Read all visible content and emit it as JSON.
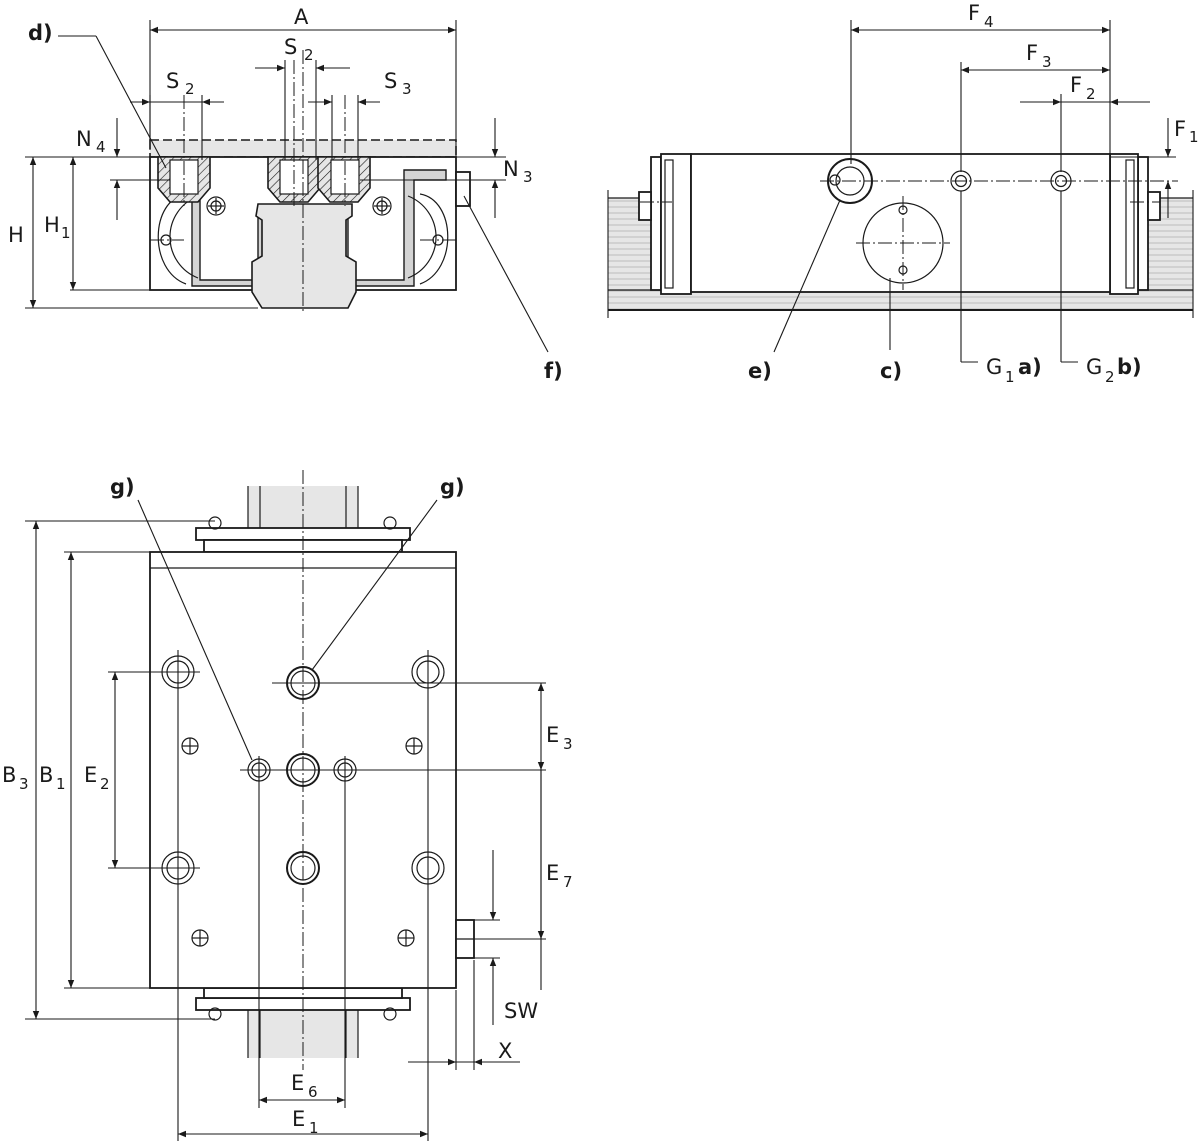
{
  "labels": {
    "A": "A",
    "S": "S",
    "s2": "2",
    "s3": "3",
    "N": "N",
    "n4": "4",
    "n3": "3",
    "H": "H",
    "H1": "H",
    "h1": "1",
    "F": "F",
    "f4": "4",
    "f3": "3",
    "f2": "2",
    "f1": "1",
    "G": "G",
    "g1": "1",
    "g2": "2",
    "B": "B",
    "b3": "3",
    "b1": "1",
    "E": "E",
    "e1": "1",
    "e2": "2",
    "e3": "3",
    "e6": "6",
    "e7": "7",
    "SW": "SW",
    "X": "X"
  },
  "callouts": {
    "a": "a)",
    "b": "b)",
    "c": "c)",
    "d": "d)",
    "e": "e)",
    "f": "f)",
    "g": "g)"
  }
}
